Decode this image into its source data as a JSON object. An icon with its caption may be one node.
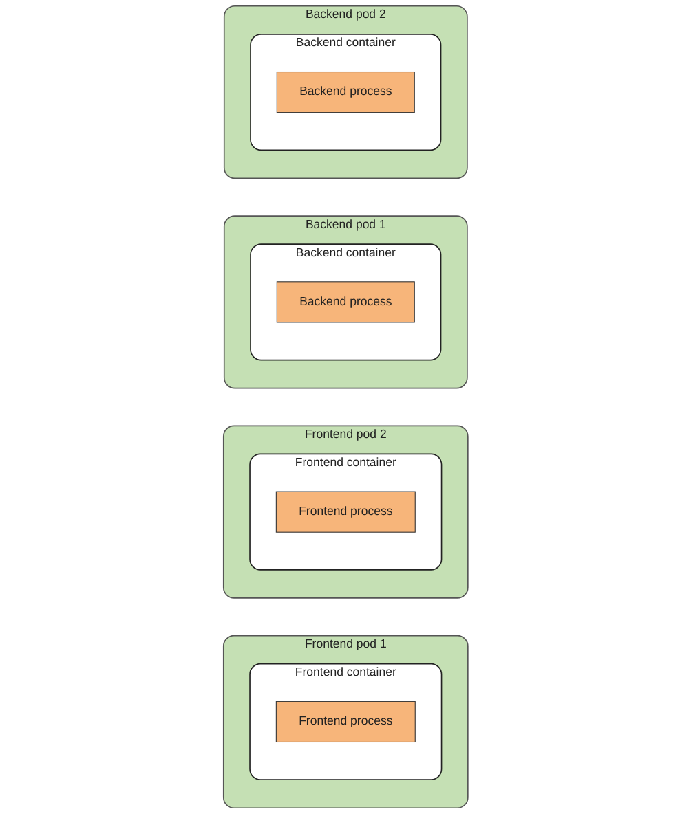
{
  "diagram": {
    "nodes": [
      {
        "text": [
          "Frontend pod 1"
        ]
      },
      {
        "text": [
          "Frontend container"
        ],
        "in": 0
      },
      {
        "text": [
          "Frontend process"
        ],
        "in": 1
      },
      {
        "text": [
          "Frontend pod 2"
        ]
      },
      {
        "text": [
          "Frontend container"
        ],
        "in": 3
      },
      {
        "text": [
          "Frontend process"
        ],
        "in": 4
      },
      {
        "text": [
          "Backend pod 1"
        ]
      },
      {
        "text": [
          "Backend container"
        ],
        "in": 6
      },
      {
        "text": [
          "Backend process"
        ],
        "in": 7
      },
      {
        "text": [
          "Backend pod 2"
        ]
      },
      {
        "text": [
          "Backend container"
        ],
        "in": 9
      },
      {
        "text": [
          "Backend process"
        ],
        "in": 10
      }
    ],
    "edges": []
  }
}
